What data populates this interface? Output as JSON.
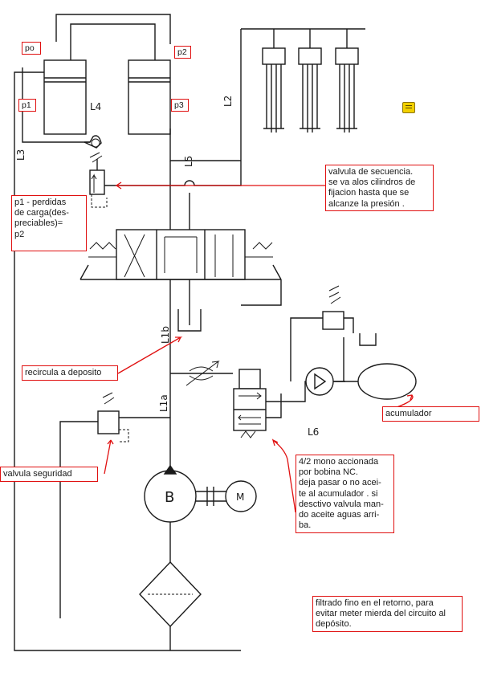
{
  "labels": {
    "po": "po",
    "p2": "p2",
    "p1": "p1",
    "p3": "p3",
    "L4": "L4",
    "L3": "L3",
    "L5": "L5",
    "L2": "L2",
    "L1b": "L1b",
    "L1a": "L1a",
    "L6": "L6",
    "pump": "B",
    "motor": "M"
  },
  "notes": {
    "secuencia": "valvula de secuencia.\nse va alos cilindros de\nfijacion hasta que se\nalcanze la presión  .",
    "perdidas": "p1 - perdidas\nde carga(des-\npreciables)=\np2",
    "recircula": "recircula a deposito",
    "acumulador": "acumulador",
    "seguridad": "valvula seguridad",
    "mono": "4/2 mono accionada\npor bobina NC.\ndeja pasar o no acei-\nte al acumulador . si\ndesctivo valvula man-\ndo aceite aguas arri-\nba.",
    "filtrado": "filtrado fino en el retorno, para\nevitar meter mierda del circuito al\ndepósito."
  },
  "icons": {
    "comment": "comment-icon",
    "accent_color": "#e01010",
    "comment_color": "#f2d000"
  }
}
